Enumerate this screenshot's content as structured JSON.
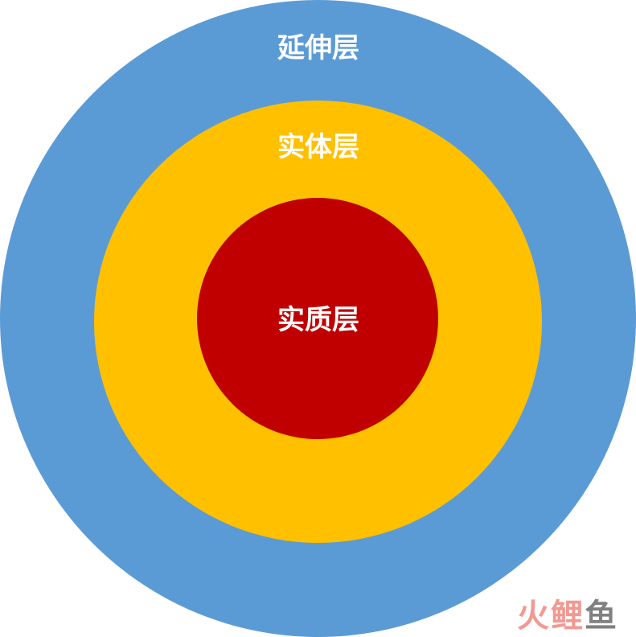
{
  "diagram": {
    "layers": [
      {
        "label": "延伸层",
        "color": "#5b9bd5"
      },
      {
        "label": "实体层",
        "color": "#ffc000"
      },
      {
        "label": "实质层",
        "color": "#c00000"
      }
    ],
    "text_color": "#ffffff"
  },
  "watermark": {
    "logo_icon": "fire-carp-logo",
    "chars": [
      "火",
      "鲤",
      "鱼"
    ],
    "colors": [
      "#e8463c",
      "#e8463c",
      "#1a1a1a"
    ]
  }
}
